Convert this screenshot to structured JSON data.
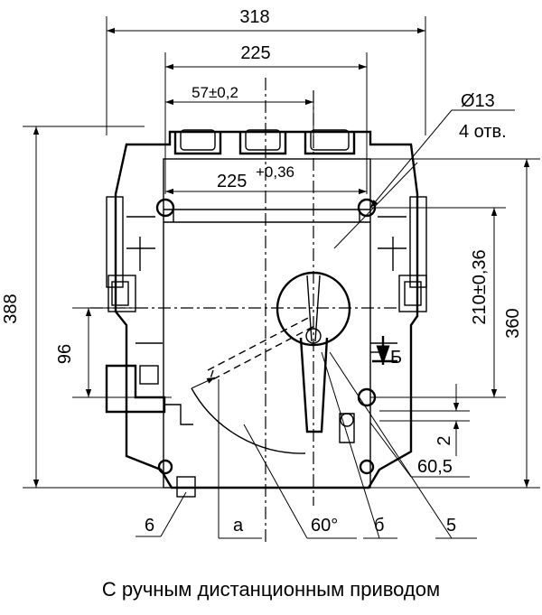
{
  "dimensions": {
    "overall_width": "318",
    "mounting_width": "225",
    "top_offset": "57±0,2",
    "hole_spacing_base": "225",
    "hole_spacing_tol": "+0,36",
    "hole_diameter": "Ø13",
    "hole_count": "4 отв.",
    "overall_height": "388",
    "height_360": "360",
    "vertical_spacing": "210±0,36",
    "left_offset": "96",
    "gap_2": "2",
    "right_offset": "60,5"
  },
  "callouts": {
    "item_6": "6",
    "item_a": "а",
    "angle": "60°",
    "item_b": "б",
    "item_5": "5",
    "section_b": "Б"
  },
  "caption": "С ручным дистанционным приводом"
}
